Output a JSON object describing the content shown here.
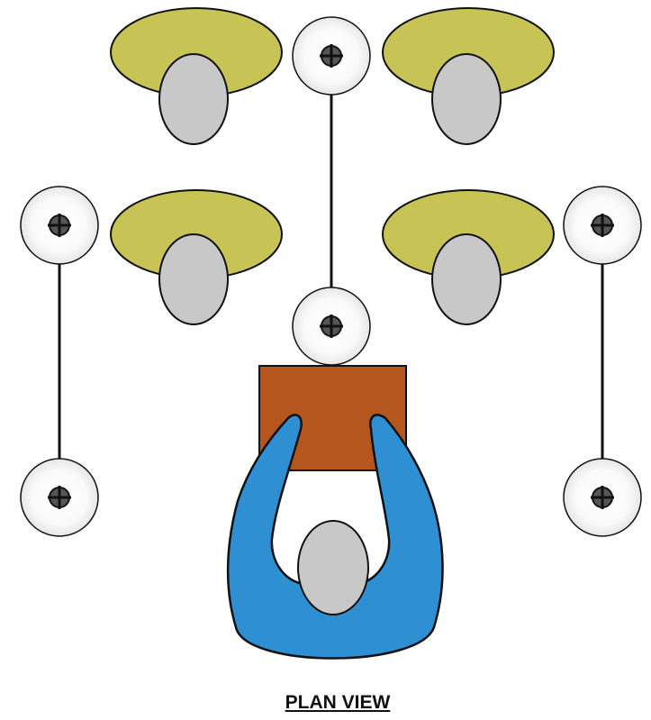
{
  "caption": "PLAN VIEW",
  "colors": {
    "table": "#b5561f",
    "shirt": "#2f8fd3",
    "head": "#c8c8c8",
    "shoulders": "#c7c355",
    "marker_fill": "#ffffff",
    "line": "#111111"
  },
  "figures": {
    "operator": "operator-figure",
    "observers": [
      "observer-top-left",
      "observer-top-right",
      "observer-mid-left",
      "observer-mid-right"
    ]
  },
  "markers": {
    "count": 6,
    "stand_pairs": 3
  }
}
